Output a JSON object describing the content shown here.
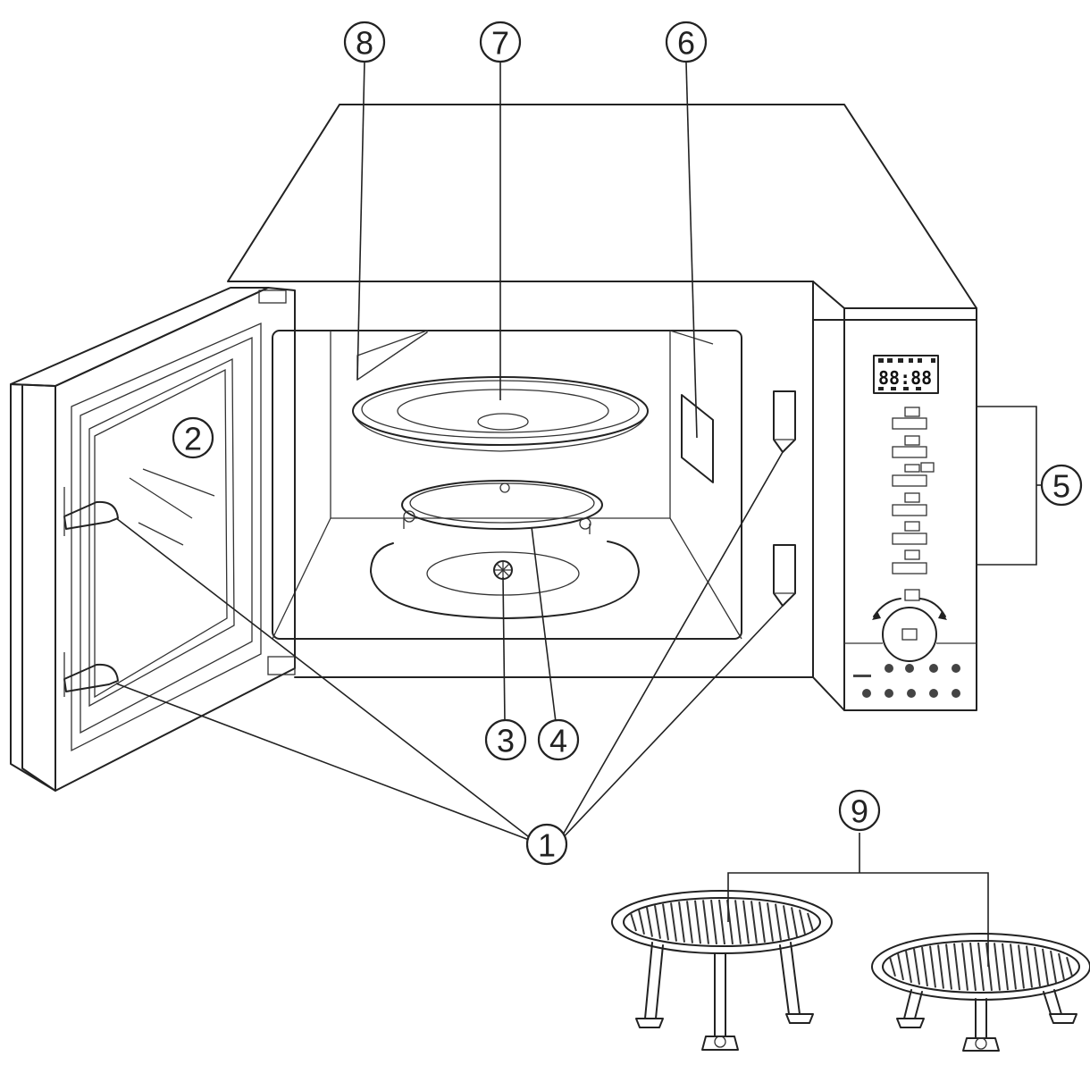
{
  "callouts": [
    {
      "id": "1",
      "label": "1"
    },
    {
      "id": "2",
      "label": "2"
    },
    {
      "id": "3",
      "label": "3"
    },
    {
      "id": "4",
      "label": "4"
    },
    {
      "id": "5",
      "label": "5"
    },
    {
      "id": "6",
      "label": "6"
    },
    {
      "id": "7",
      "label": "7"
    },
    {
      "id": "8",
      "label": "8"
    },
    {
      "id": "9",
      "label": "9"
    }
  ],
  "control_panel": {
    "display_digits": "88:88"
  }
}
